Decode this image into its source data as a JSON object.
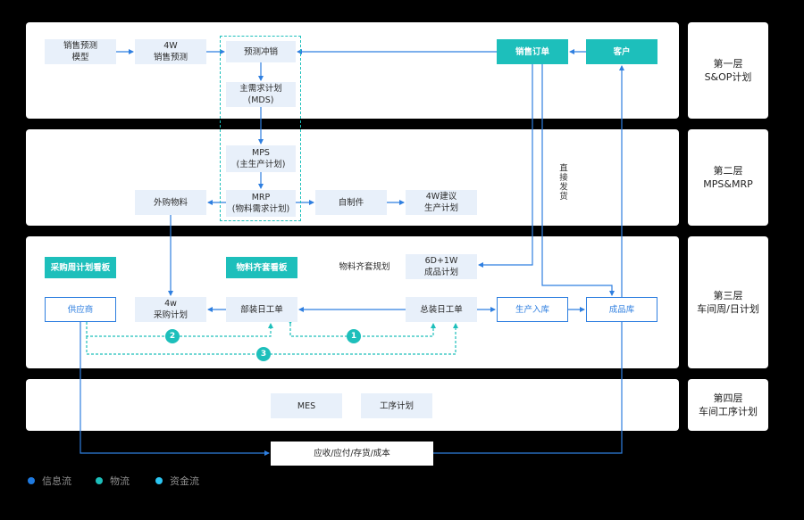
{
  "layers": [
    {
      "title": "第一层",
      "subtitle": "S&OP计划"
    },
    {
      "title": "第二层",
      "subtitle": "MPS&MRP"
    },
    {
      "title": "第三层",
      "subtitle": "车间周/日计划"
    },
    {
      "title": "第四层",
      "subtitle": "车间工序计划"
    }
  ],
  "nodes": {
    "sales_forecast_model": "销售预测\n模型",
    "sales_forecast_4w": "4W\n销售预测",
    "forecast_offset": "预测冲销",
    "mds": "主需求计划\n(MDS)",
    "sales_order": "销售订单",
    "customer": "客户",
    "mps": "MPS\n(主生产计划)",
    "mrp": "MRP\n(物料需求计划)",
    "purchased_material": "外购物料",
    "self_made": "自制件",
    "production_plan_4w": "4W建议\n生产计划",
    "purchase_board": "采购周计划看板",
    "material_board": "物料齐套看板",
    "material_planning": "物料齐套规划",
    "finished_plan": "6D+1W\n成品计划",
    "supplier": "供应商",
    "purchase_plan_4w": "4w\n采购计划",
    "subassembly_order": "部装日工单",
    "assembly_order": "总装日工单",
    "production_inbound": "生产入库",
    "finished_warehouse": "成品库",
    "mes": "MES",
    "process_plan": "工序计划",
    "finance": "应收/应付/存货/成本"
  },
  "annotations": {
    "direct_ship": "直接发货",
    "step1": "1",
    "step2": "2",
    "step3": "3"
  },
  "legend": [
    {
      "label": "信息流",
      "color": "#1f7ae0"
    },
    {
      "label": "物流",
      "color": "#1dbfbb"
    },
    {
      "label": "资金流",
      "color": "#2cc6f2"
    }
  ],
  "colors": {
    "info_flow": "#2f7fe0",
    "material_flow": "#1dbfbb",
    "box_fill": "#e8f0fa"
  }
}
